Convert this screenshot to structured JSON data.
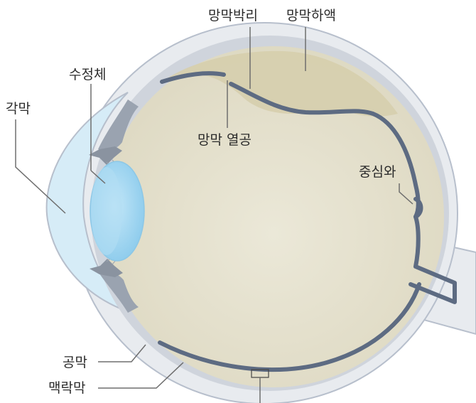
{
  "labels": {
    "retinal_detachment": "망막박리",
    "subretinal_fluid": "망막하액",
    "lens": "수정체",
    "cornea": "각막",
    "retinal_tear": "망막 열공",
    "fovea": "중심와",
    "sclera": "공막",
    "choroid": "맥락막"
  },
  "colors": {
    "outline": "#b7bfcc",
    "sclera": "#e8ebef",
    "vitreous": "#e2decb",
    "subretinal": "#d8d0b4",
    "retina": "#5d6b82",
    "lens": "#9fd3ef",
    "cornea": "#d6ecf7",
    "ciliary": "#9aa3b0"
  }
}
